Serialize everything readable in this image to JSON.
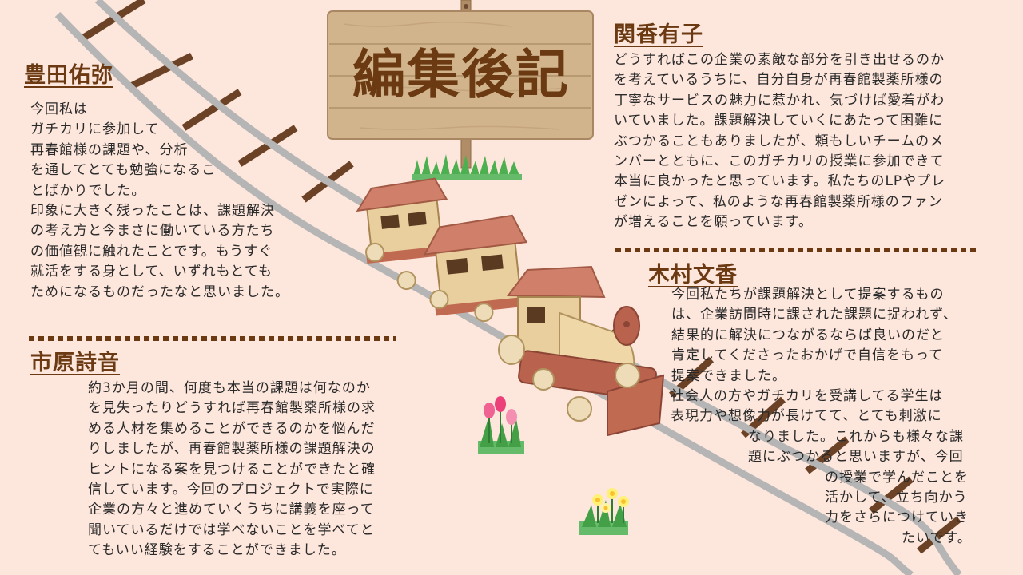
{
  "sign": {
    "title": "編集後記"
  },
  "authors": {
    "toyoda": {
      "name": "豊田佑弥",
      "lines": [
        "今回私は",
        "ガチカリに参加して",
        "再春館様の課題や、分析",
        "を通してとても勉強になるこ",
        "とばかりでした。",
        "印象に大きく残ったことは、課題解決",
        "の考え方と今まさに働いている方たち",
        "の価値観に触れたことです。もうすぐ",
        "就活をする身として、いずれもとても",
        "ためになるものだったなと思いました。"
      ]
    },
    "ichihara": {
      "name": "市原詩音",
      "lines": [
        "約3か月の間、何度も本当の課題は何なのか",
        "を見失ったりどうすれば再春館製薬所様の求",
        "める人材を集めることができるのかを悩んだ",
        "りしましたが、再春館製薬所様の課題解決の",
        "ヒントになる案を見つけることができたと確",
        "信しています。今回のプロジェクトで実際に",
        "企業の方々と進めていくうちに講義を座って",
        "聞いているだけでは学べないことを学べてと",
        "てもいい経験をすることができました。"
      ]
    },
    "seki": {
      "name": "関香有子",
      "lines": [
        "どうすればこの企業の素敵な部分を引き出せるのか",
        "を考えているうちに、自分自身が再春館製薬所様の",
        "丁寧なサービスの魅力に惹かれ、気づけば愛着がわ",
        "いていました。課題解決していくにあたって困難に",
        "ぶつかることもありましたが、頼もしいチームのメ",
        "ンバーとともに、このガチカリの授業に参加できて",
        "本当に良かったと思っています。私たちのLPやプレ",
        "ゼンによって、私のような再春館製薬所様のファン",
        "が増えることを願っています。"
      ]
    },
    "kimura": {
      "name": "木村文香",
      "lines": [
        "今回私たちが課題解決として提案するもの",
        "は、企業訪問時に課された課題に捉われず、",
        "結果的に解決につながるならば良いのだと",
        "肯定してくださったおかげで自信をもって",
        "提案できました。",
        "社会人の方やガチカリを受講してる学生は",
        "表現力や想像力が長けてて、とても刺激に",
        "なりました。これからも様々な課",
        "題にぶつかると思いますが、今回",
        "の授業で学んだことを",
        "活かして、立ち向かう",
        "力をさらにつけていき",
        "たいです。"
      ]
    }
  },
  "colors": {
    "background": "#fde6dc",
    "name_text": "#6b3a12",
    "sign_wood": "#d2b48c",
    "rail": "#b5b5b5",
    "sleeper": "#6b4226"
  },
  "decorations": [
    "wooden-signpost",
    "railway-track",
    "toy-wooden-train",
    "grass-tuft-icon",
    "tulip-flowers-icon",
    "daffodil-flowers-icon"
  ]
}
